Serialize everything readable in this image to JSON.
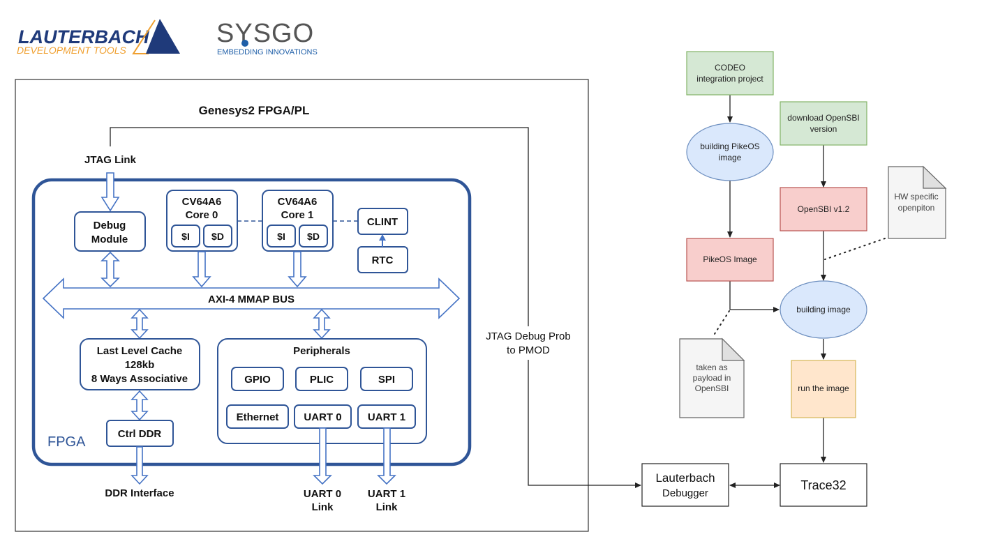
{
  "logos": {
    "lauterbach": {
      "name": "LAUTERBACH",
      "tagline": "DEVELOPMENT TOOLS"
    },
    "sysgo": {
      "name": "SYSGO",
      "tagline": "EMBEDDING INNOVATIONS"
    }
  },
  "colors": {
    "fpga_blue": "#2f5597",
    "arrow_blue": "#4472c4",
    "lauterbach_navy": "#1f3a7a",
    "lauterbach_orange": "#f0a030",
    "sysgo_gray": "#555555",
    "sysgo_blue": "#1f5fa8",
    "green_fill": "#d5e8d4",
    "green_stroke": "#82b366",
    "blue_fill": "#dae8fc",
    "blue_stroke": "#6c8ebf",
    "red_fill": "#f8cecc",
    "red_stroke": "#b85450",
    "orange_fill": "#ffe6cc",
    "orange_stroke": "#d6b656",
    "note_fill": "#f5f5f5",
    "note_stroke": "#666666"
  },
  "board": {
    "title": "Genesys2 FPGA/PL",
    "jtag_link": "JTAG Link",
    "fpga_label": "FPGA",
    "debug_module": [
      "Debug",
      "Module"
    ],
    "core0": {
      "line1": "CV64A6",
      "line2": "Core 0",
      "icache": "$I",
      "dcache": "$D"
    },
    "core1": {
      "line1": "CV64A6",
      "line2": "Core 1",
      "icache": "$I",
      "dcache": "$D"
    },
    "clint": "CLINT",
    "rtc": "RTC",
    "bus": "AXI-4 MMAP BUS",
    "llc": [
      "Last Level Cache",
      "128kb",
      "8 Ways Associative"
    ],
    "ctrl_ddr": "Ctrl DDR",
    "ddr_interface": "DDR Interface",
    "peripherals": {
      "title": "Peripherals",
      "items": [
        "GPIO",
        "PLIC",
        "SPI",
        "Ethernet",
        "UART 0",
        "UART 1"
      ]
    },
    "uart0_link": [
      "UART 0",
      "Link"
    ],
    "uart1_link": [
      "UART 1",
      "Link"
    ]
  },
  "jtag_probe": [
    "JTAG Debug Prob",
    "to PMOD"
  ],
  "flow": {
    "codeo": [
      "CODEO",
      "integration project"
    ],
    "building_pikeos": [
      "building PikeOS",
      "image"
    ],
    "download_opensbi": [
      "download OpenSBI",
      "version"
    ],
    "opensbi": "OpenSBI v1.2",
    "hw_note": [
      "HW specific",
      "openpiton"
    ],
    "pikeos_image": "PikeOS Image",
    "building_image": "building image",
    "payload_note": [
      "taken as",
      "payload in",
      "OpenSBI"
    ],
    "run_image": "run the image",
    "lauterbach_debugger": [
      "Lauterbach",
      "Debugger"
    ],
    "trace32": "Trace32"
  }
}
